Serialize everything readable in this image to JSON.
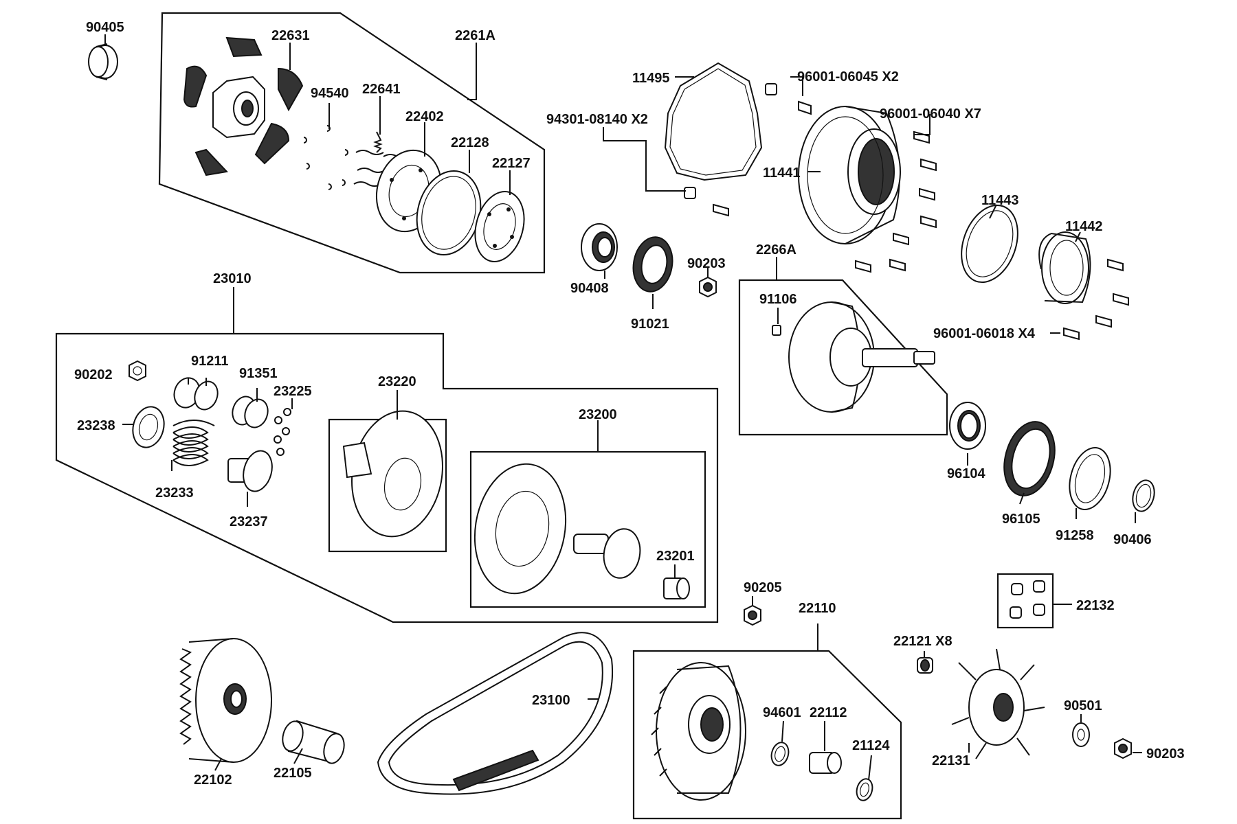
{
  "labels": {
    "l90405": "90405",
    "l22631": "22631",
    "l2261A": "2261A",
    "l94540": "94540",
    "l22641": "22641",
    "l22402": "22402",
    "l22128": "22128",
    "l22127": "22127",
    "l11495": "11495",
    "l96001_06045": "96001-06045 X2",
    "l94301_08140": "94301-08140 X2",
    "l96001_06040": "96001-06040 X7",
    "l11441": "11441",
    "l11443": "11443",
    "l11442": "11442",
    "l90408": "90408",
    "l91021": "91021",
    "l90203a": "90203",
    "l2266A": "2266A",
    "l91106": "91106",
    "l96001_06018": "96001-06018 X4",
    "l23010": "23010",
    "l90202": "90202",
    "l91211": "91211",
    "l91351": "91351",
    "l23225": "23225",
    "l23220": "23220",
    "l23238": "23238",
    "l23233": "23233",
    "l23237": "23237",
    "l23200": "23200",
    "l23201": "23201",
    "l96104": "96104",
    "l96105": "96105",
    "l91258": "91258",
    "l90406": "90406",
    "l90205": "90205",
    "l22110": "22110",
    "l22132": "22132",
    "l22121": "22121 X8",
    "l23100": "23100",
    "l94601": "94601",
    "l22112": "22112",
    "l21124": "21124",
    "l90501": "90501",
    "l90203b": "90203",
    "l22102": "22102",
    "l22105": "22105",
    "l22131": "22131"
  }
}
